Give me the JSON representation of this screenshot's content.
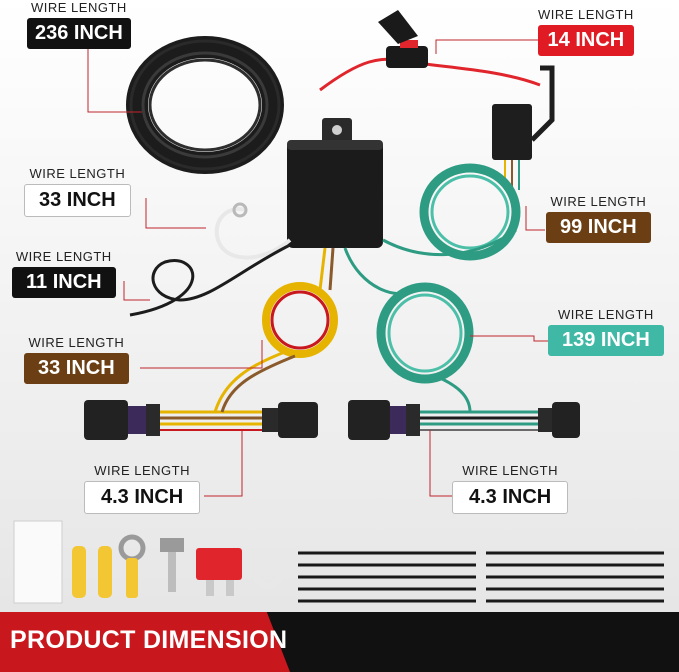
{
  "labels": {
    "caption": "WIRE LENGTH",
    "w236": "236 INCH",
    "w14": "14 INCH",
    "w33a": "33 INCH",
    "w99": "99 INCH",
    "w11": "11 INCH",
    "w139": "139 INCH",
    "w33b": "33 INCH",
    "w4a": "4.3 INCH",
    "w4b": "4.3 INCH"
  },
  "banner": {
    "title": "PRODUCT DIMENSION"
  },
  "colors": {
    "black": "#111111",
    "red": "#e01b24",
    "brown": "#6b3f13",
    "teal": "#3fb8a6",
    "wire_green": "#2e9c83",
    "wire_yellow": "#e6b400",
    "leader_red": "#c0262c"
  }
}
